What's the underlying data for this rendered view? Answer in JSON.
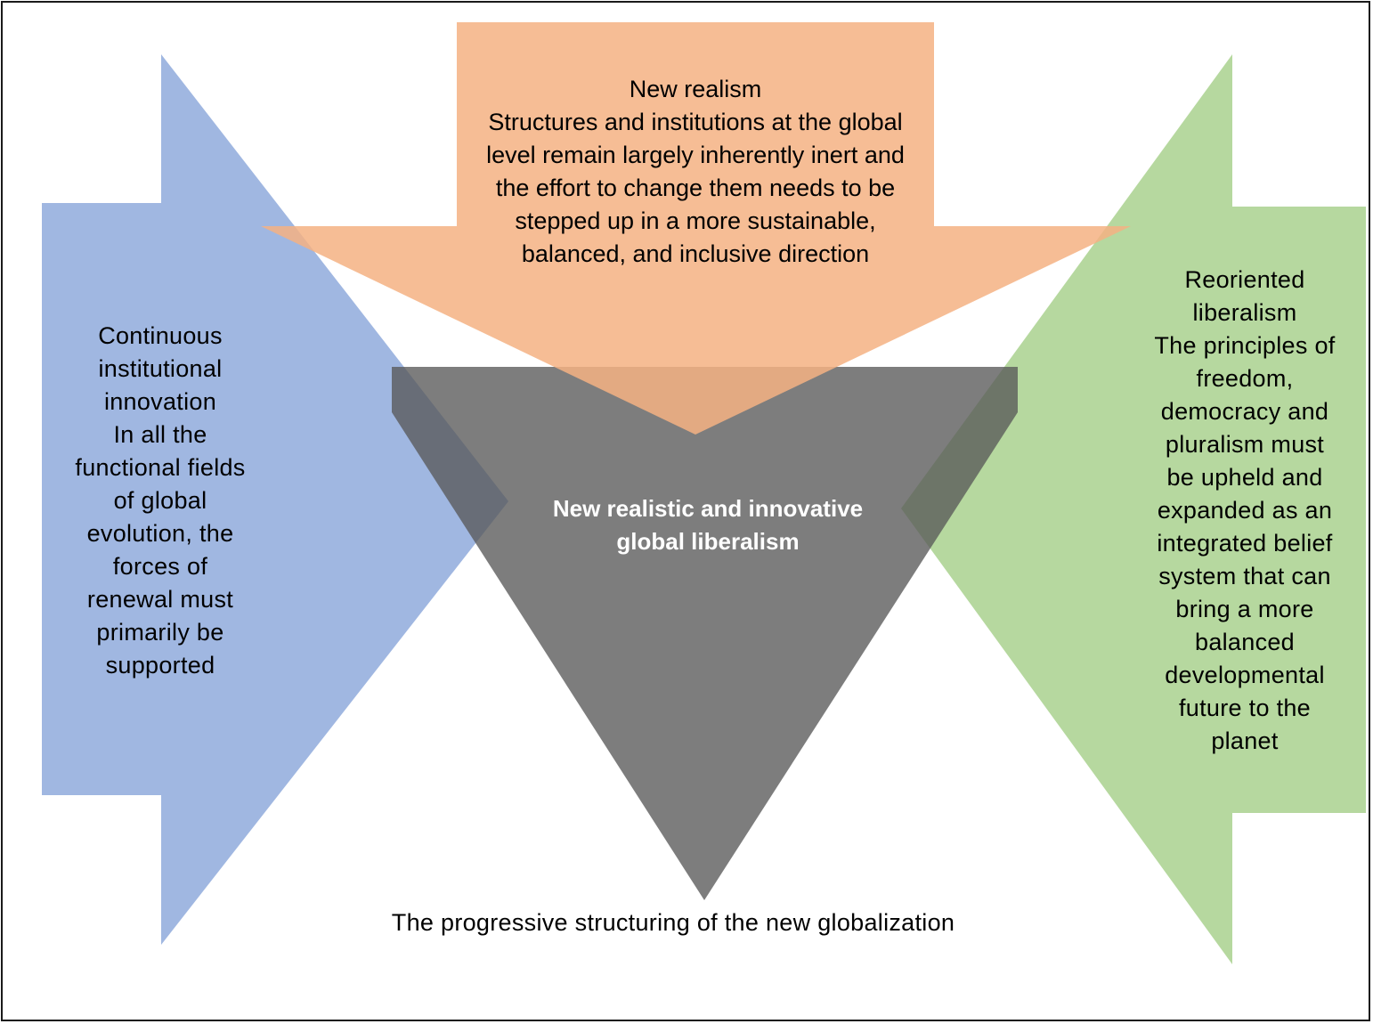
{
  "diagram": {
    "top_arrow": {
      "title": "New realism",
      "lines": [
        "Structures and institutions at the global",
        "level remain largely inherently inert and",
        "the effort to change them needs to be",
        "stepped up in a more sustainable,",
        "balanced, and inclusive direction"
      ],
      "color": "#f4b183"
    },
    "left_arrow": {
      "lines": [
        "Continuous",
        "institutional",
        "innovation",
        "In all the",
        "functional fields",
        "of global",
        "evolution, the",
        "forces of",
        "renewal must",
        "primarily be",
        "supported"
      ],
      "color": "#8faadc"
    },
    "right_arrow": {
      "lines": [
        "Reoriented",
        "liberalism",
        "The principles of",
        "freedom,",
        "democracy and",
        "pluralism must",
        "be upheld and",
        "expanded as an",
        "integrated belief",
        "system that can",
        "bring a more",
        "balanced",
        "developmental",
        "future to the",
        "planet"
      ],
      "color": "#a9d18e"
    },
    "center_triangle": {
      "lines": [
        "New realistic and innovative",
        "global liberalism"
      ],
      "color": "#595959"
    },
    "caption": "The progressive structuring of the new globalization"
  }
}
